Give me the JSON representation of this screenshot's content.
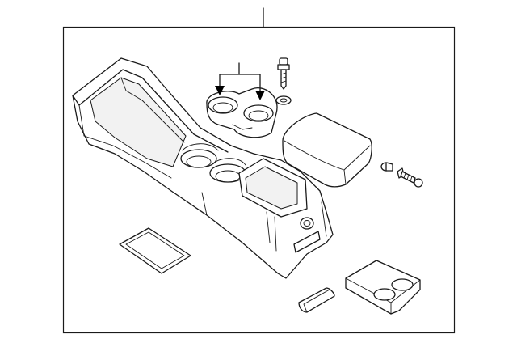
{
  "diagram": {
    "callout_labels": [],
    "parts": [
      {
        "name": "center-console"
      },
      {
        "name": "cup-holder-insert"
      },
      {
        "name": "screw"
      },
      {
        "name": "washer"
      },
      {
        "name": "armrest-lid"
      },
      {
        "name": "pivot-pin"
      },
      {
        "name": "console-bolt"
      },
      {
        "name": "floor-mat"
      },
      {
        "name": "rear-cup-holder"
      },
      {
        "name": "end-cap"
      }
    ]
  }
}
